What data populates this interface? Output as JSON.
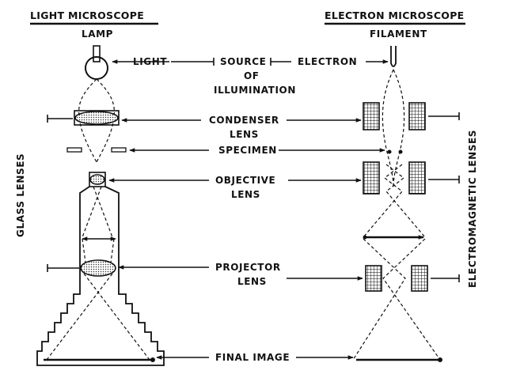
{
  "headers": {
    "light": "LIGHT MICROSCOPE",
    "electron": "ELECTRON MICROSCOPE"
  },
  "sources": {
    "lamp": "LAMP",
    "filament": "FILAMENT",
    "light": "LIGHT",
    "electron": "ELECTRON"
  },
  "center_labels": {
    "source": [
      "SOURCE",
      "OF",
      "ILLUMINATION"
    ],
    "condenser": [
      "CONDENSER",
      "LENS"
    ],
    "specimen": "SPECIMEN",
    "objective": [
      "OBJECTIVE",
      "LENS"
    ],
    "projector": [
      "PROJECTOR",
      "LENS"
    ],
    "final_image": "FINAL IMAGE"
  },
  "side_labels": {
    "left": "GLASS LENSES",
    "right": "ELECTROMAGNETIC LENSES"
  },
  "colors": {
    "ink": "#111111",
    "background": "#ffffff"
  }
}
